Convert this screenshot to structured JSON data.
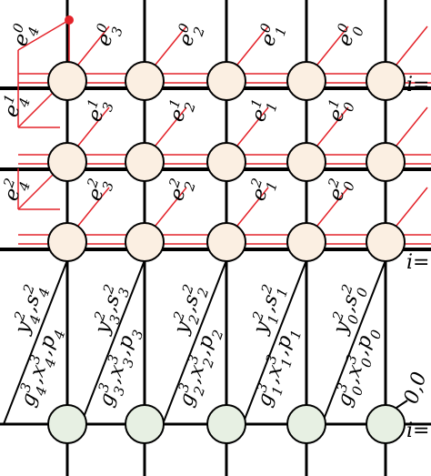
{
  "colors": {
    "upper_node_fill": "#fbefe2",
    "lower_node_fill": "#e7f0e3",
    "wire_red": "#e4232a",
    "line_black": "#000000",
    "dot_red": "#e4232a"
  },
  "upper_node_rows": 3,
  "upper_node_cols": 5,
  "lower_node_count": 5,
  "labels": {
    "e0": [
      {
        "base": "e",
        "sup": "0",
        "sub": "4"
      },
      {
        "base": "e",
        "sup": "0",
        "sub": "3"
      },
      {
        "base": "e",
        "sup": "0",
        "sub": "2"
      },
      {
        "base": "e",
        "sup": "0",
        "sub": "1"
      },
      {
        "base": "e",
        "sup": "0",
        "sub": "0"
      }
    ],
    "e1": [
      {
        "base": "e",
        "sup": "1",
        "sub": "4"
      },
      {
        "base": "e",
        "sup": "1",
        "sub": "3"
      },
      {
        "base": "e",
        "sup": "1",
        "sub": "2"
      },
      {
        "base": "e",
        "sup": "1",
        "sub": "1"
      },
      {
        "base": "e",
        "sup": "1",
        "sub": "0"
      }
    ],
    "e2": [
      {
        "base": "e",
        "sup": "2",
        "sub": "4"
      },
      {
        "base": "e",
        "sup": "2",
        "sub": "3"
      },
      {
        "base": "e",
        "sup": "2",
        "sub": "2"
      },
      {
        "base": "e",
        "sup": "2",
        "sub": "1"
      },
      {
        "base": "e",
        "sup": "2",
        "sub": "0"
      }
    ],
    "ys": [
      {
        "text": "y",
        "sup": "2",
        "sub": "4",
        "text2": ",s",
        "sup2": "2",
        "sub2": "4"
      },
      {
        "text": "y",
        "sup": "2",
        "sub": "3",
        "text2": ",s",
        "sup2": "2",
        "sub2": "3"
      },
      {
        "text": "y",
        "sup": "2",
        "sub": "2",
        "text2": ",s",
        "sup2": "2",
        "sub2": "2"
      },
      {
        "text": "y",
        "sup": "2",
        "sub": "1",
        "text2": ",s",
        "sup2": "2",
        "sub2": "1"
      },
      {
        "text": "y",
        "sup": "2",
        "sub": "0",
        "text2": ",s",
        "sup2": "2",
        "sub2": "0"
      }
    ],
    "gx": [
      {
        "g": "g",
        "gsup": "3",
        "gsub": "4",
        "x": ",x",
        "xsup": "3",
        "xsub": "4",
        "p": ",p",
        "psub": "4"
      },
      {
        "g": "g",
        "gsup": "3",
        "gsub": "3",
        "x": ",x",
        "xsup": "3",
        "xsub": "3",
        "p": ",p",
        "psub": "3"
      },
      {
        "g": "g",
        "gsup": "3",
        "gsub": "2",
        "x": ",x",
        "xsup": "3",
        "xsub": "2",
        "p": ",p",
        "psub": "2"
      },
      {
        "g": "g",
        "gsup": "3",
        "gsub": "1",
        "x": ",x",
        "xsup": "3",
        "xsub": "1",
        "p": ",p",
        "psub": "1"
      },
      {
        "g": "g",
        "gsup": "3",
        "gsub": "0",
        "x": ",x",
        "xsup": "3",
        "xsub": "0",
        "p": ",p",
        "psub": "0"
      }
    ],
    "corner_label": "0,0",
    "right_i_upper": "i=",
    "right_i_mid": "i=",
    "right_i_lower": "i="
  }
}
